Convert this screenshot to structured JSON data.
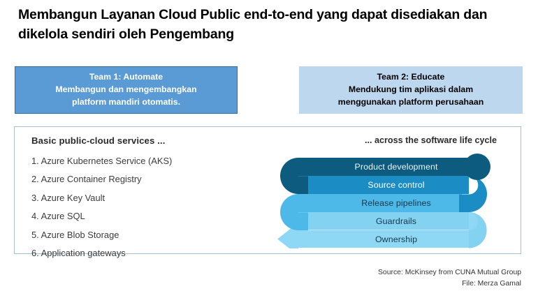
{
  "title": {
    "line1": "Membangun Layanan Cloud Public end-to-end yang dapat disediakan",
    "line2": "dan dikelola sendiri oleh Pengembang"
  },
  "teams": [
    {
      "heading": "Team 1: Automate",
      "line2": "Membangun dan mengembangkan",
      "line3": "platform mandiri otomatis.",
      "fill": "#5b9bd5",
      "border": "#2e6da4",
      "text_color": "#ffffff"
    },
    {
      "heading": "Team 2: Educate",
      "line2": "Mendukung tim aplikasi dalam",
      "line3": "menggunakan platform perusahaan",
      "fill": "#bdd7ee",
      "border": "none",
      "text_color": "#000000"
    }
  ],
  "exchange_arrow": {
    "icon": "double-headed-arrow-icon",
    "color": "#1f5c8b"
  },
  "panel": {
    "border_color": "#a6c0d8",
    "services": {
      "heading": "Basic public-cloud services ...",
      "items": [
        "1. Azure Kubernetes Service (AKS)",
        "2. Azure Container Registry",
        "3. Azure Key Vault",
        "4. Azure SQL",
        "5. Azure Blob Storage",
        "6. Application gateways"
      ]
    },
    "lifecycle": {
      "heading": "... across the software life cycle",
      "shape": "serpentine-arrow",
      "bands": [
        {
          "label": "Product development",
          "fill": "#0e5b80",
          "label_color": "#eaf4fa",
          "direction": "right-to-left-start"
        },
        {
          "label": "Source control",
          "fill": "#1b8dc4",
          "label_color": "#ffffff",
          "direction": "left-to-right"
        },
        {
          "label": "Release pipelines",
          "fill": "#4cb9e8",
          "label_color": "#16384a",
          "direction": "right-to-left"
        },
        {
          "label": "Guardrails",
          "fill": "#84d2f2",
          "label_color": "#16384a",
          "direction": "left-to-right"
        },
        {
          "label": "Ownership",
          "fill": "#8fd8f5",
          "label_color": "#16384a",
          "direction": "right-to-left-end"
        }
      ],
      "arrowhead": "left-arrowhead-icon",
      "tail": "round-dot-tail"
    }
  },
  "credits": {
    "source": "Source: McKinsey from CUNA Mutual Group",
    "file": "File: Merza Gamal"
  }
}
